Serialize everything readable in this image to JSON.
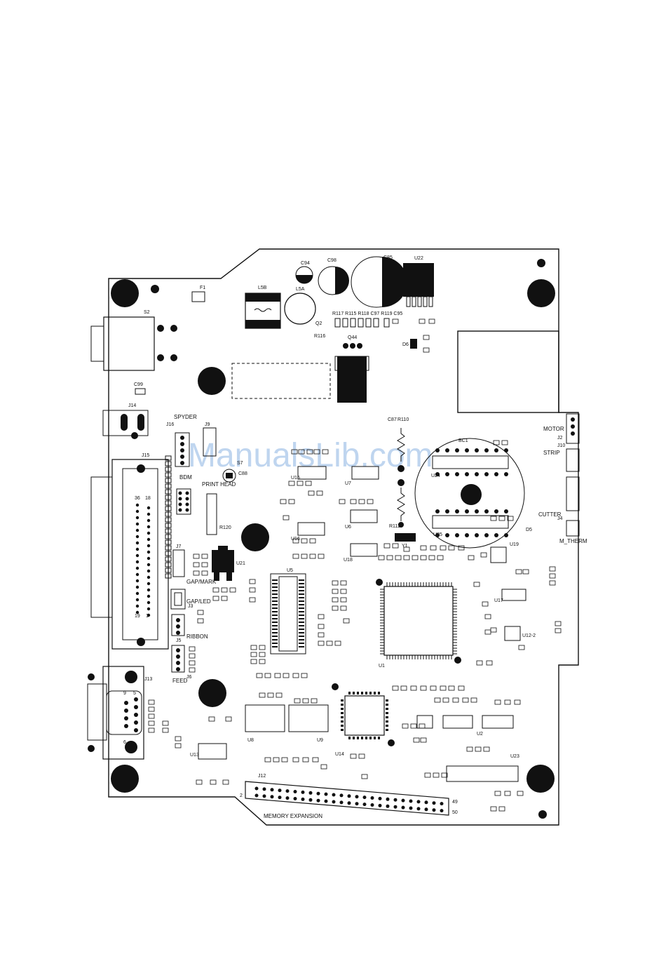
{
  "board": {
    "watermark": "ManualsLib.com",
    "connectors": {
      "j15": "J15",
      "j13": "J13",
      "j12": "J12",
      "j14": "J14",
      "j16": "J16",
      "j9": "J9",
      "j7": "J7",
      "j3": "J3",
      "j5": "J5",
      "j6": "J6",
      "j2": "J2",
      "j10": "J10",
      "j4": "J4",
      "s2": "S2"
    },
    "labels": {
      "spyder": "SPYDER",
      "bdm": "BDM",
      "print_head": "PRINT HEAD",
      "gap_mark": "GAP/MARK",
      "gap_led": "GAP/LED",
      "ribbon": "RIBBON",
      "feed": "FEED",
      "memory_expansion": "MEMORY EXPANSION",
      "motor": "MOTOR",
      "strip": "STRIP",
      "cutter": "CUTTER",
      "m_therm": "M_THERM"
    },
    "chips": {
      "u22": "U22",
      "u5": "U5",
      "u1": "U1",
      "u14": "U14",
      "u13": "U13",
      "u8": "U8",
      "u9": "U9",
      "u24": "U24",
      "u25": "U25",
      "u15": "U15",
      "u7": "U7",
      "u6": "U6",
      "u16": "U16",
      "u18": "U18",
      "u17": "U17",
      "u21": "U21",
      "u23": "U23",
      "u2": "U2",
      "u12_2": "U12-2",
      "u19": "U19"
    },
    "parts": {
      "c94": "C94",
      "c98": "C98",
      "c85": "C85",
      "l5b": "L5B",
      "l5a": "L5A",
      "q44": "Q44",
      "f1": "F1",
      "c99": "C99",
      "c87": "C87",
      "r110": "R110",
      "r111": "R111",
      "y1": "Y1",
      "bc1": "BC1",
      "c88": "C88",
      "s7": "S7",
      "r120": "R120",
      "d5": "D5",
      "d6": "D6",
      "r116": "R116",
      "q2": "Q2"
    },
    "pin_numbers": {
      "j15_a": "36",
      "j15_b": "18",
      "j15_c": "19",
      "j15_d": "1",
      "j13_a": "9",
      "j13_b": "5",
      "j13_c": "6",
      "j12_a": "2",
      "j12_b": "49",
      "j12_c": "50"
    },
    "resistor_row": "R117 R115 R118 C97 R119 C95"
  }
}
